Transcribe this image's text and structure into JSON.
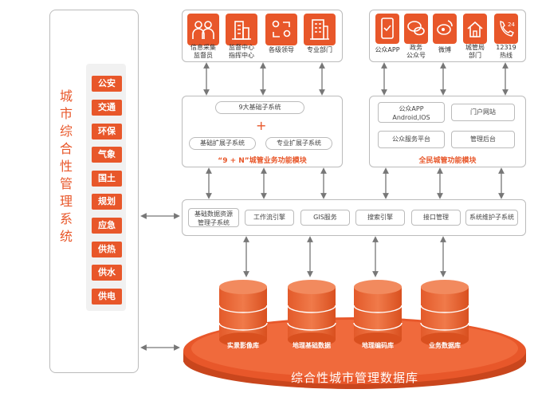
{
  "left": {
    "title_chars": [
      "城",
      "市",
      "综",
      "合",
      "性",
      "管",
      "理",
      "系",
      "统"
    ],
    "categories": [
      "公安",
      "交通",
      "环保",
      "气象",
      "国土",
      "规划",
      "应急",
      "供热",
      "供水",
      "供电"
    ]
  },
  "top_left": {
    "icons": [
      {
        "icon": "group-people-icon",
        "label": "信息采集\n监督员"
      },
      {
        "icon": "building-icon",
        "label": "监督中心\n指挥中心"
      },
      {
        "icon": "people-exchange-icon",
        "label": "各级领导"
      },
      {
        "icon": "office-building-icon",
        "label": "专业部门"
      }
    ]
  },
  "top_right": {
    "icons": [
      {
        "icon": "phone-check-icon",
        "label": "公众APP"
      },
      {
        "icon": "wechat-icon",
        "label": "政务\n公众号"
      },
      {
        "icon": "weibo-icon",
        "label": "微博"
      },
      {
        "icon": "house-icon",
        "label": "城管局\n部门"
      },
      {
        "icon": "phone-24-icon",
        "label": "12319\n热线"
      }
    ]
  },
  "module_9n": {
    "core": "9大基础子系统",
    "plus": "+",
    "ext1": "基础扩展子系统",
    "ext2": "专业扩展子系统",
    "caption": "“9 + N”城管业务功能模块"
  },
  "module_public": {
    "items": [
      "公众APP\nAndroid,IOS",
      "门户网站",
      "公众服务平台",
      "管理后台"
    ],
    "caption": "全民城管功能模块"
  },
  "service_layer": {
    "items": [
      "基础数据资源\n管理子系统",
      "工作流引擎",
      "GIS服务",
      "搜索引擎",
      "接口管理",
      "系统维护子系统"
    ]
  },
  "databases": [
    "实景影像库",
    "地理基础数据",
    "地理编码库",
    "业务数据库"
  ],
  "platform": "综合性城市管理数据库",
  "colors": {
    "accent": "#e8572a",
    "border": "#bbbbbb",
    "arrow": "#777777"
  }
}
